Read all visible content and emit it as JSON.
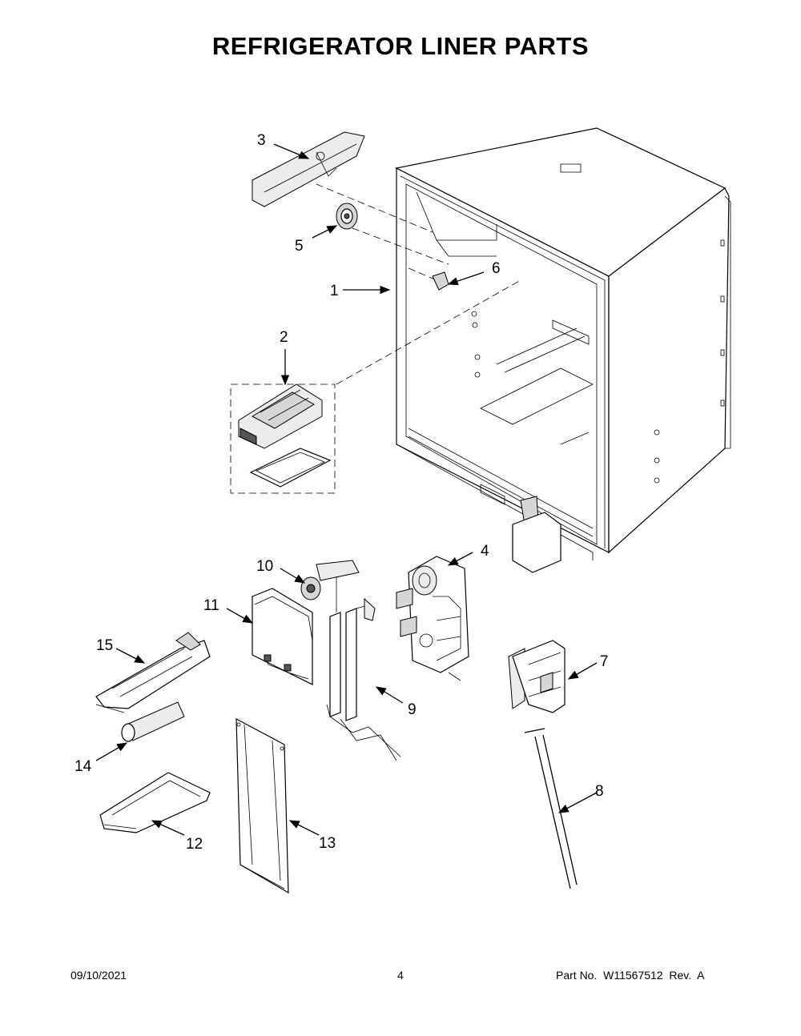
{
  "page": {
    "title": "REFRIGERATOR LINER PARTS"
  },
  "callouts": [
    "1",
    "2",
    "3",
    "4",
    "5",
    "6",
    "7",
    "8",
    "9",
    "10",
    "11",
    "12",
    "13",
    "14",
    "15"
  ],
  "footer": {
    "date": "09/10/2021",
    "page_number": "4",
    "part_number": "Part No.  W11567512  Rev.  A"
  }
}
